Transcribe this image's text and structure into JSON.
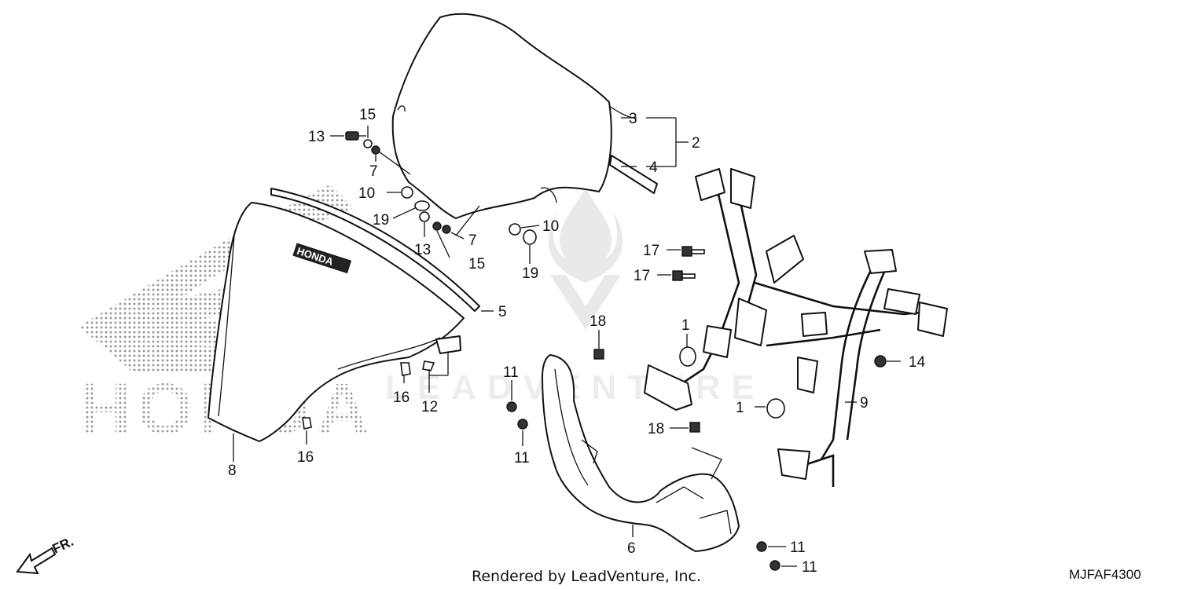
{
  "diagram": {
    "code": "MJFAF4300",
    "credit": "Rendered by LeadVenture, Inc.",
    "watermark": "LEADVENTURE",
    "background_logo": "HONDA",
    "direction_label": "FR.",
    "decal_text": "HONDA",
    "callouts": {
      "c1a": "1",
      "c1b": "1",
      "c2": "2",
      "c3": "3",
      "c4": "4",
      "c5": "5",
      "c6": "6",
      "c7a": "7",
      "c7b": "7",
      "c8": "8",
      "c9": "9",
      "c10a": "10",
      "c10b": "10",
      "c11a": "11",
      "c11b": "11",
      "c11c": "11",
      "c11d": "11",
      "c12": "12",
      "c13a": "13",
      "c13b": "13",
      "c14": "14",
      "c15a": "15",
      "c15b": "15",
      "c16a": "16",
      "c16b": "16",
      "c17a": "17",
      "c17b": "17",
      "c18a": "18",
      "c18b": "18",
      "c19a": "19",
      "c19b": "19"
    }
  }
}
